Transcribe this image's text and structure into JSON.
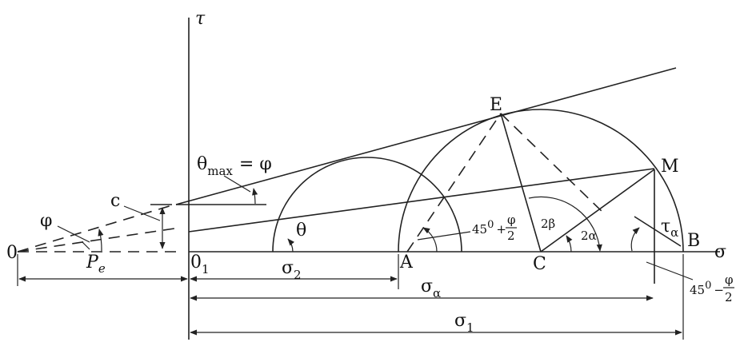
{
  "diagram": {
    "axis_tau": "τ",
    "axis_sigma": "σ",
    "origin_0": "0",
    "origin_01_base": "0",
    "origin_01_sub": "1",
    "point_A": "A",
    "point_B": "B",
    "point_C": "C",
    "point_E": "E",
    "point_M": "M",
    "label_c": "c",
    "label_phi": "φ",
    "label_Pe_base": "P",
    "label_Pe_sub": "e",
    "theta_max_base": "θ",
    "theta_max_sub": "max",
    "theta_max_rest": "= φ",
    "label_theta": "θ",
    "label_2beta": "2β",
    "label_2alpha": "2α",
    "tau_alpha_base": "τ",
    "tau_alpha_sub": "α",
    "angle_plus_lead": "45",
    "angle_plus_deg": "0",
    "angle_plus_op": "+",
    "angle_minus_lead": "45",
    "angle_minus_deg": "0",
    "angle_minus_op": "−",
    "frac_num": "φ",
    "frac_den": "2",
    "dim_sigma2_base": "σ",
    "dim_sigma2_sub": "2",
    "dim_sigma_alpha_base": "σ",
    "dim_sigma_alpha_sub": "α",
    "dim_sigma1_base": "σ",
    "dim_sigma1_sub": "1"
  }
}
